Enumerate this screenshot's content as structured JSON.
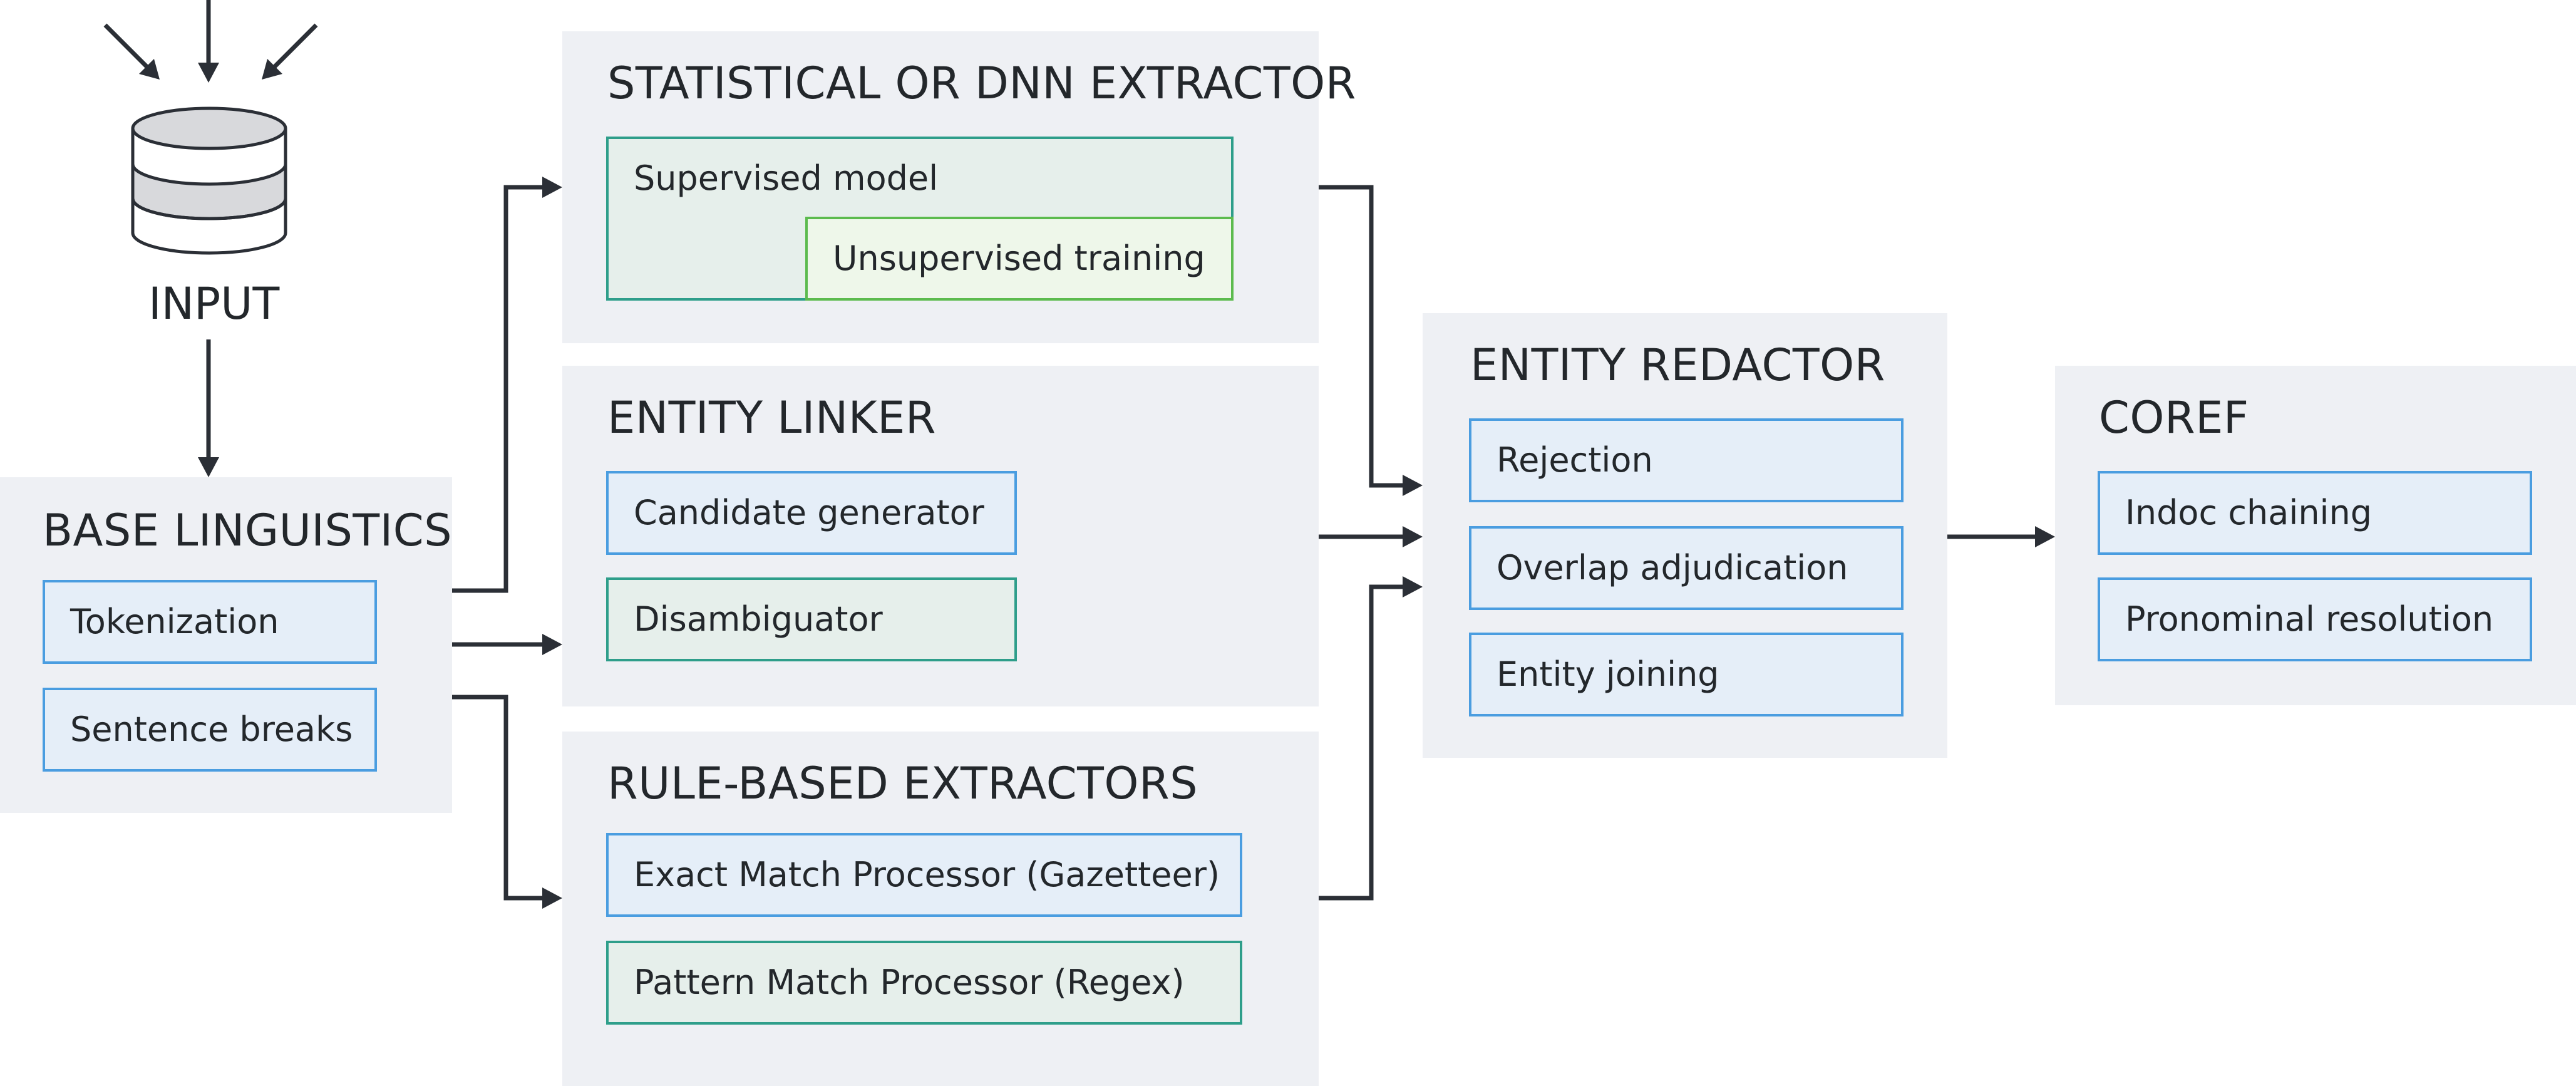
{
  "input": {
    "label": "INPUT"
  },
  "base_linguistics": {
    "title": "BASE LINGUISTICS",
    "items": [
      "Tokenization",
      "Sentence breaks"
    ]
  },
  "statistical_extractor": {
    "title": "STATISTICAL OR DNN EXTRACTOR",
    "supervised": "Supervised model",
    "unsupervised": "Unsupervised training"
  },
  "entity_linker": {
    "title": "ENTITY LINKER",
    "items": [
      "Candidate generator",
      "Disambiguator"
    ]
  },
  "rule_based": {
    "title": "RULE-BASED EXTRACTORS",
    "items": [
      "Exact Match Processor (Gazetteer)",
      "Pattern Match Processor (Regex)"
    ]
  },
  "entity_redactor": {
    "title": "ENTITY REDACTOR",
    "items": [
      "Rejection",
      "Overlap adjudication",
      "Entity joining"
    ]
  },
  "coref": {
    "title": "COREF",
    "items": [
      "Indoc chaining",
      "Pronominal resolution"
    ]
  },
  "colors": {
    "panel": "#eef0f4",
    "blue_border": "#4a9de0",
    "teal_border": "#2e9e8a",
    "green_border": "#5cbb4e",
    "connector": "#2b2f36"
  }
}
